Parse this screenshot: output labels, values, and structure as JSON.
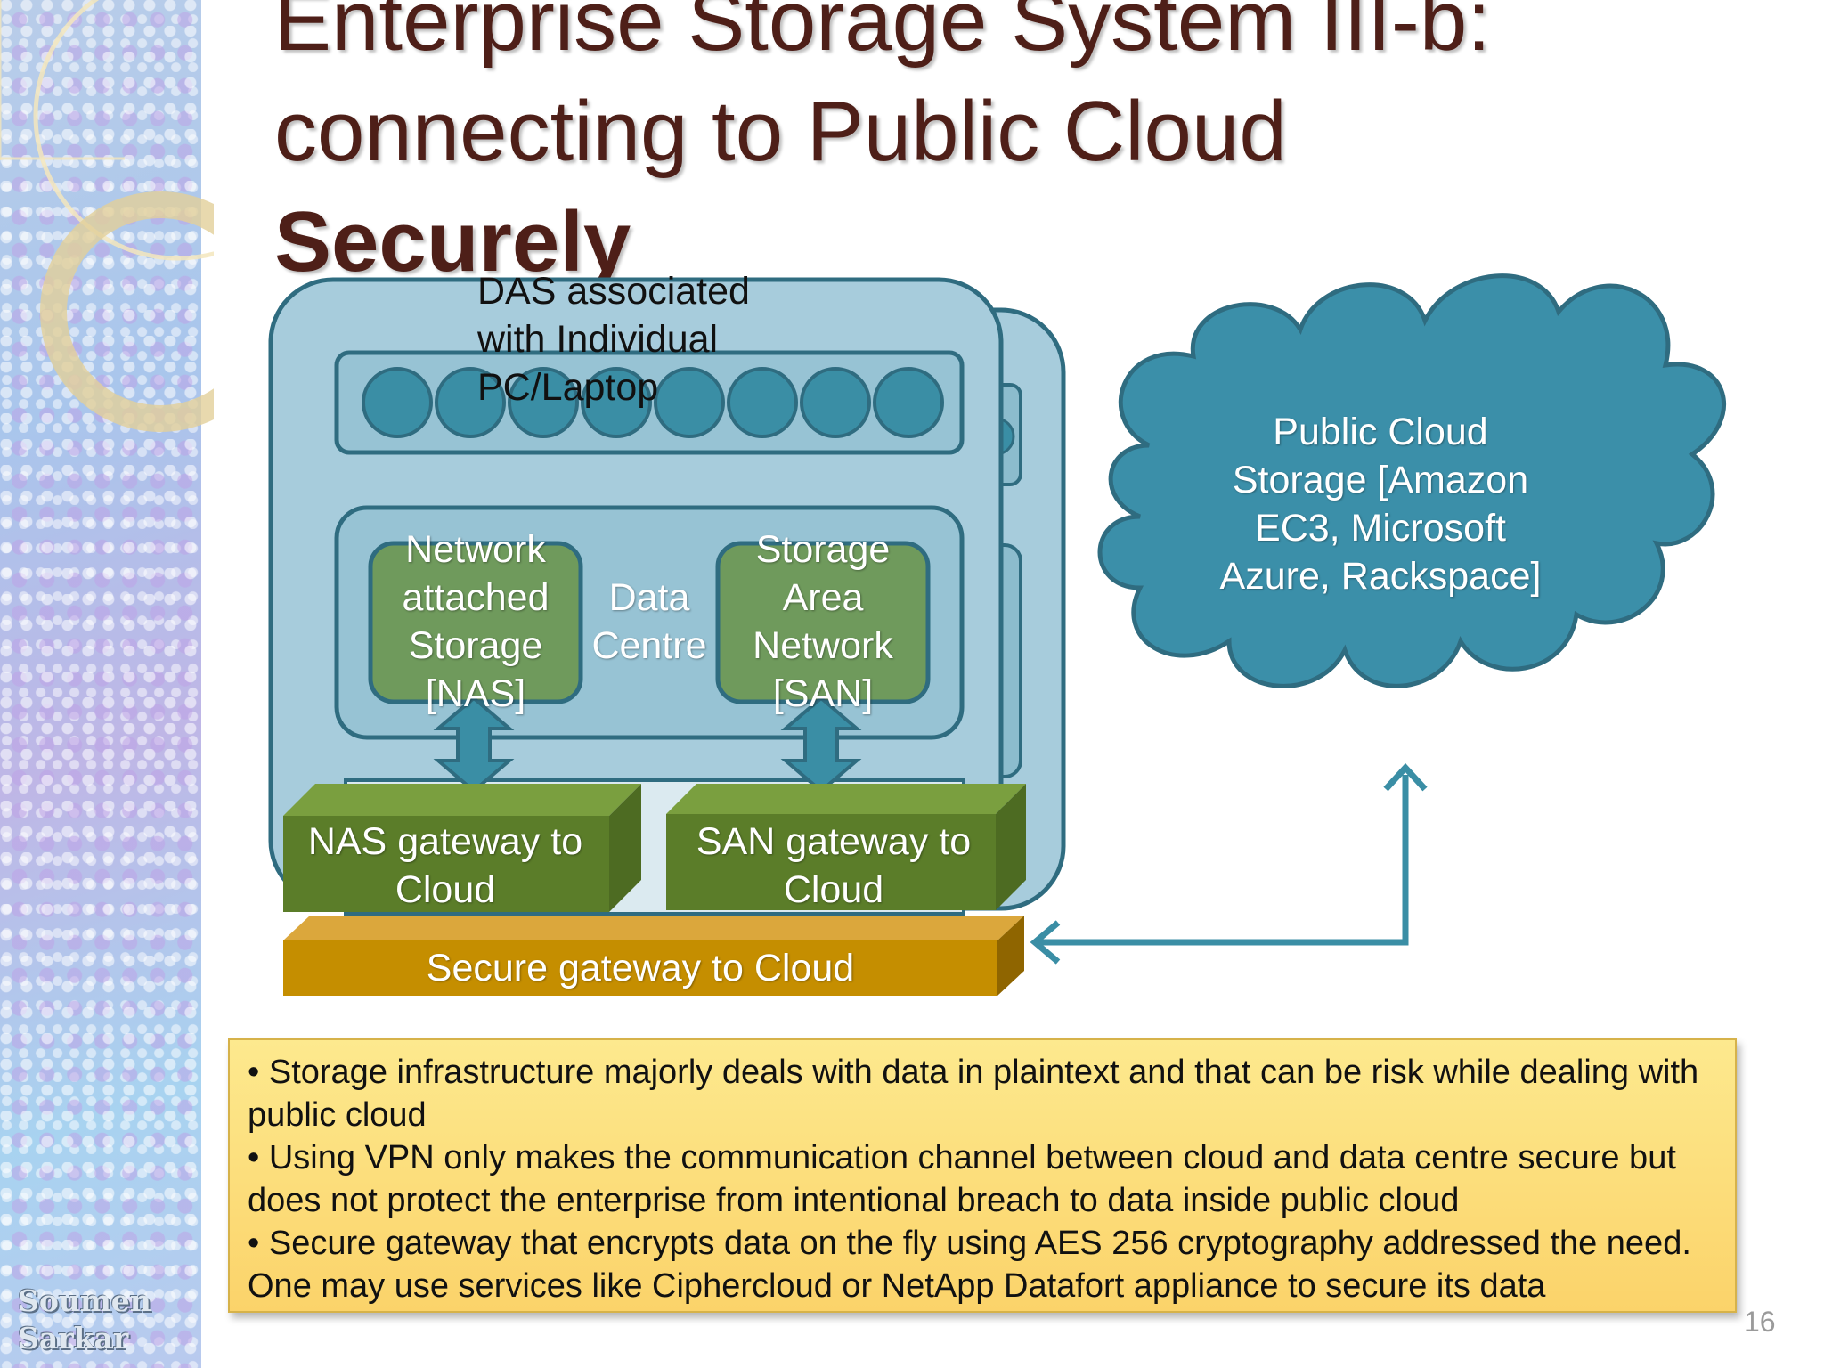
{
  "slide": {
    "title_line1": "Enterprise Storage System III-b:",
    "title_line2": "connecting to Public Cloud",
    "title_line3": "Securely",
    "author": "Soumen Sarkar",
    "page_number": "16"
  },
  "diagram": {
    "das_label": "DAS associated with Individual PC/Laptop",
    "nas_label": "Network attached Storage [NAS]",
    "data_centre_label": "Data Centre",
    "san_label": "Storage Area Network [SAN]",
    "nas_gateway_label": "NAS gateway to Cloud",
    "san_gateway_label": "SAN gateway to Cloud",
    "secure_gateway_label": "Secure gateway to Cloud",
    "cloud_label": "Public Cloud Storage [Amazon EC3, Microsoft Azure, Rackspace]",
    "colors": {
      "panel": "#a7ccdc",
      "panel_border": "#2f6c80",
      "disk": "#3a8ea5",
      "storage_box": "#6f9a5c",
      "gateway_green": "#5b7d29",
      "secure_gateway": "#c58e00",
      "cloud": "#3b8fa9"
    }
  },
  "notes": [
    "• Storage infrastructure majorly deals with data in plaintext and that can be risk while dealing with public cloud",
    "• Using VPN only makes the communication channel between cloud and data centre secure but does not protect the enterprise from intentional breach to data inside public cloud",
    "• Secure gateway that encrypts data on the fly using AES 256 cryptography addressed the need. One may use services like Ciphercloud or NetApp Datafort appliance to secure its data"
  ]
}
